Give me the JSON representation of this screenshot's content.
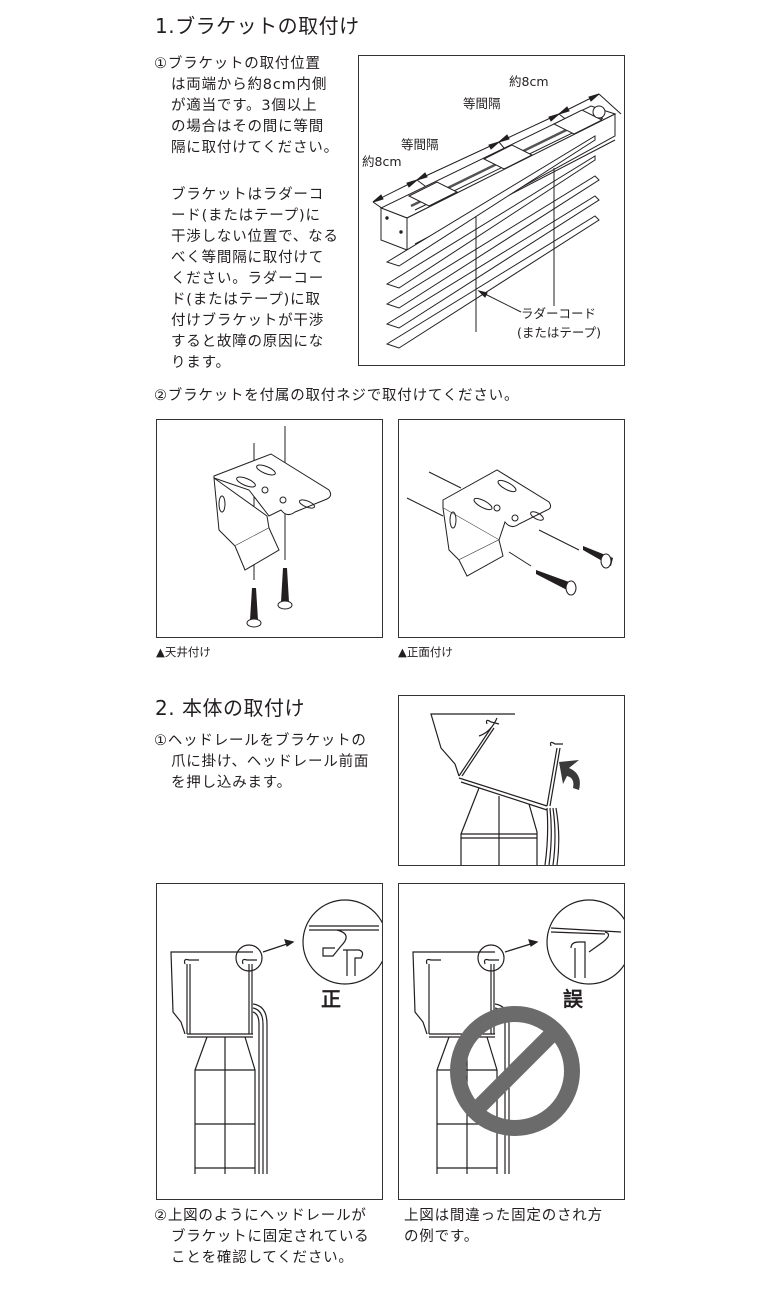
{
  "section1": {
    "heading": "1.ブラケットの取付け",
    "step1": {
      "marker": "①",
      "lines": [
        "ブラケットの取付位置",
        "は両端から約8cm内側",
        "が適当です。3個以上",
        "の場合はその間に等間",
        "隔に取付けてください。"
      ]
    },
    "note": {
      "lines": [
        "ブラケットはラダーコ",
        "ード(またはテープ)に",
        "干渉しない位置で、なる",
        "べく等間隔に取付けて",
        "ください。ラダーコー",
        "ド(またはテープ)に取",
        "付けブラケットが干渉",
        "すると故障の原因にな",
        "ります。"
      ]
    },
    "diagram": {
      "label_right_8cm": "約8cm",
      "label_equal_1": "等間隔",
      "label_equal_2": "等間隔",
      "label_left_8cm": "約8cm",
      "label_ladder_line1": "ラダーコード",
      "label_ladder_line2": "(またはテープ)"
    },
    "step2": {
      "text": "②ブラケットを付属の取付ネジで取付けてください。"
    },
    "figures": [
      {
        "caption": "▲天井付け"
      },
      {
        "caption": "▲正面付け"
      }
    ]
  },
  "section2": {
    "heading": "2. 本体の取付け",
    "step1": {
      "marker": "①",
      "lines": [
        "ヘッドレールをブラケットの",
        "爪に掛け、ヘッドレール前面",
        "を押し込みます。"
      ]
    },
    "correct": {
      "label": "正"
    },
    "wrong": {
      "label": "誤",
      "prohibit_color": "#6b6b6b"
    },
    "step2": {
      "marker": "②",
      "lines": [
        "上図のようにヘッドレールが",
        "ブラケットに固定されている",
        "ことを確認してください。"
      ]
    },
    "wrong_note": {
      "lines": [
        "上図は間違った固定のされ方",
        "の例です。"
      ]
    }
  }
}
